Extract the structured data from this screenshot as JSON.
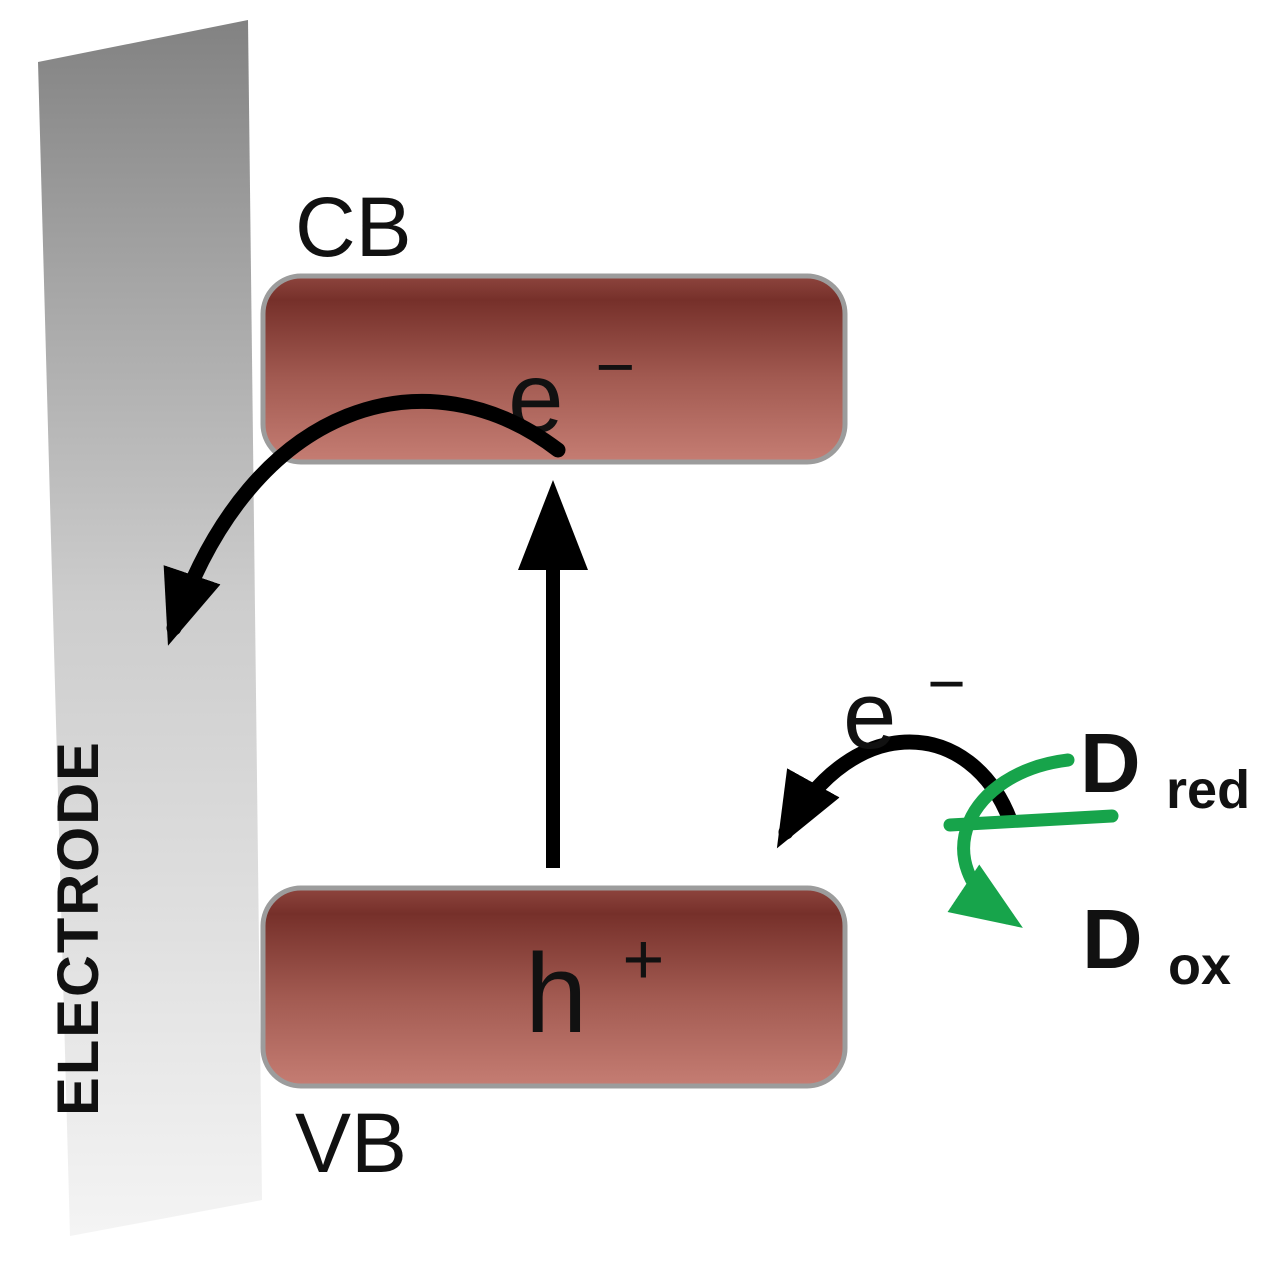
{
  "figure": {
    "electrode_label": "ELECTRODE",
    "conduction_band_label": "CB",
    "valence_band_label": "VB",
    "cb_electron": {
      "base": "e",
      "sup": "−"
    },
    "vb_hole": {
      "base": "h",
      "sup": "+"
    },
    "transfer_electron": {
      "base": "e",
      "sup": "−"
    },
    "donor_reduced": {
      "base": "D",
      "sub": "red"
    },
    "donor_oxidized": {
      "base": "D",
      "sub": "ox"
    }
  },
  "colors": {
    "band_top": "#8e453e",
    "band_dark": "#76302a",
    "band_mid": "#a25a51",
    "band_bottom": "#c57d73",
    "band_stroke": "#9c9c9c",
    "electrode_top": "#828282",
    "electrode_upper": "#a6a6a6",
    "electrode_mid": "#cdcdcd",
    "electrode_lower": "#e0e0e0",
    "electrode_bottom": "#f4f4f4",
    "arrow_black": "#000000",
    "arrow_green": "#17a44b",
    "text_black": "#111111"
  }
}
